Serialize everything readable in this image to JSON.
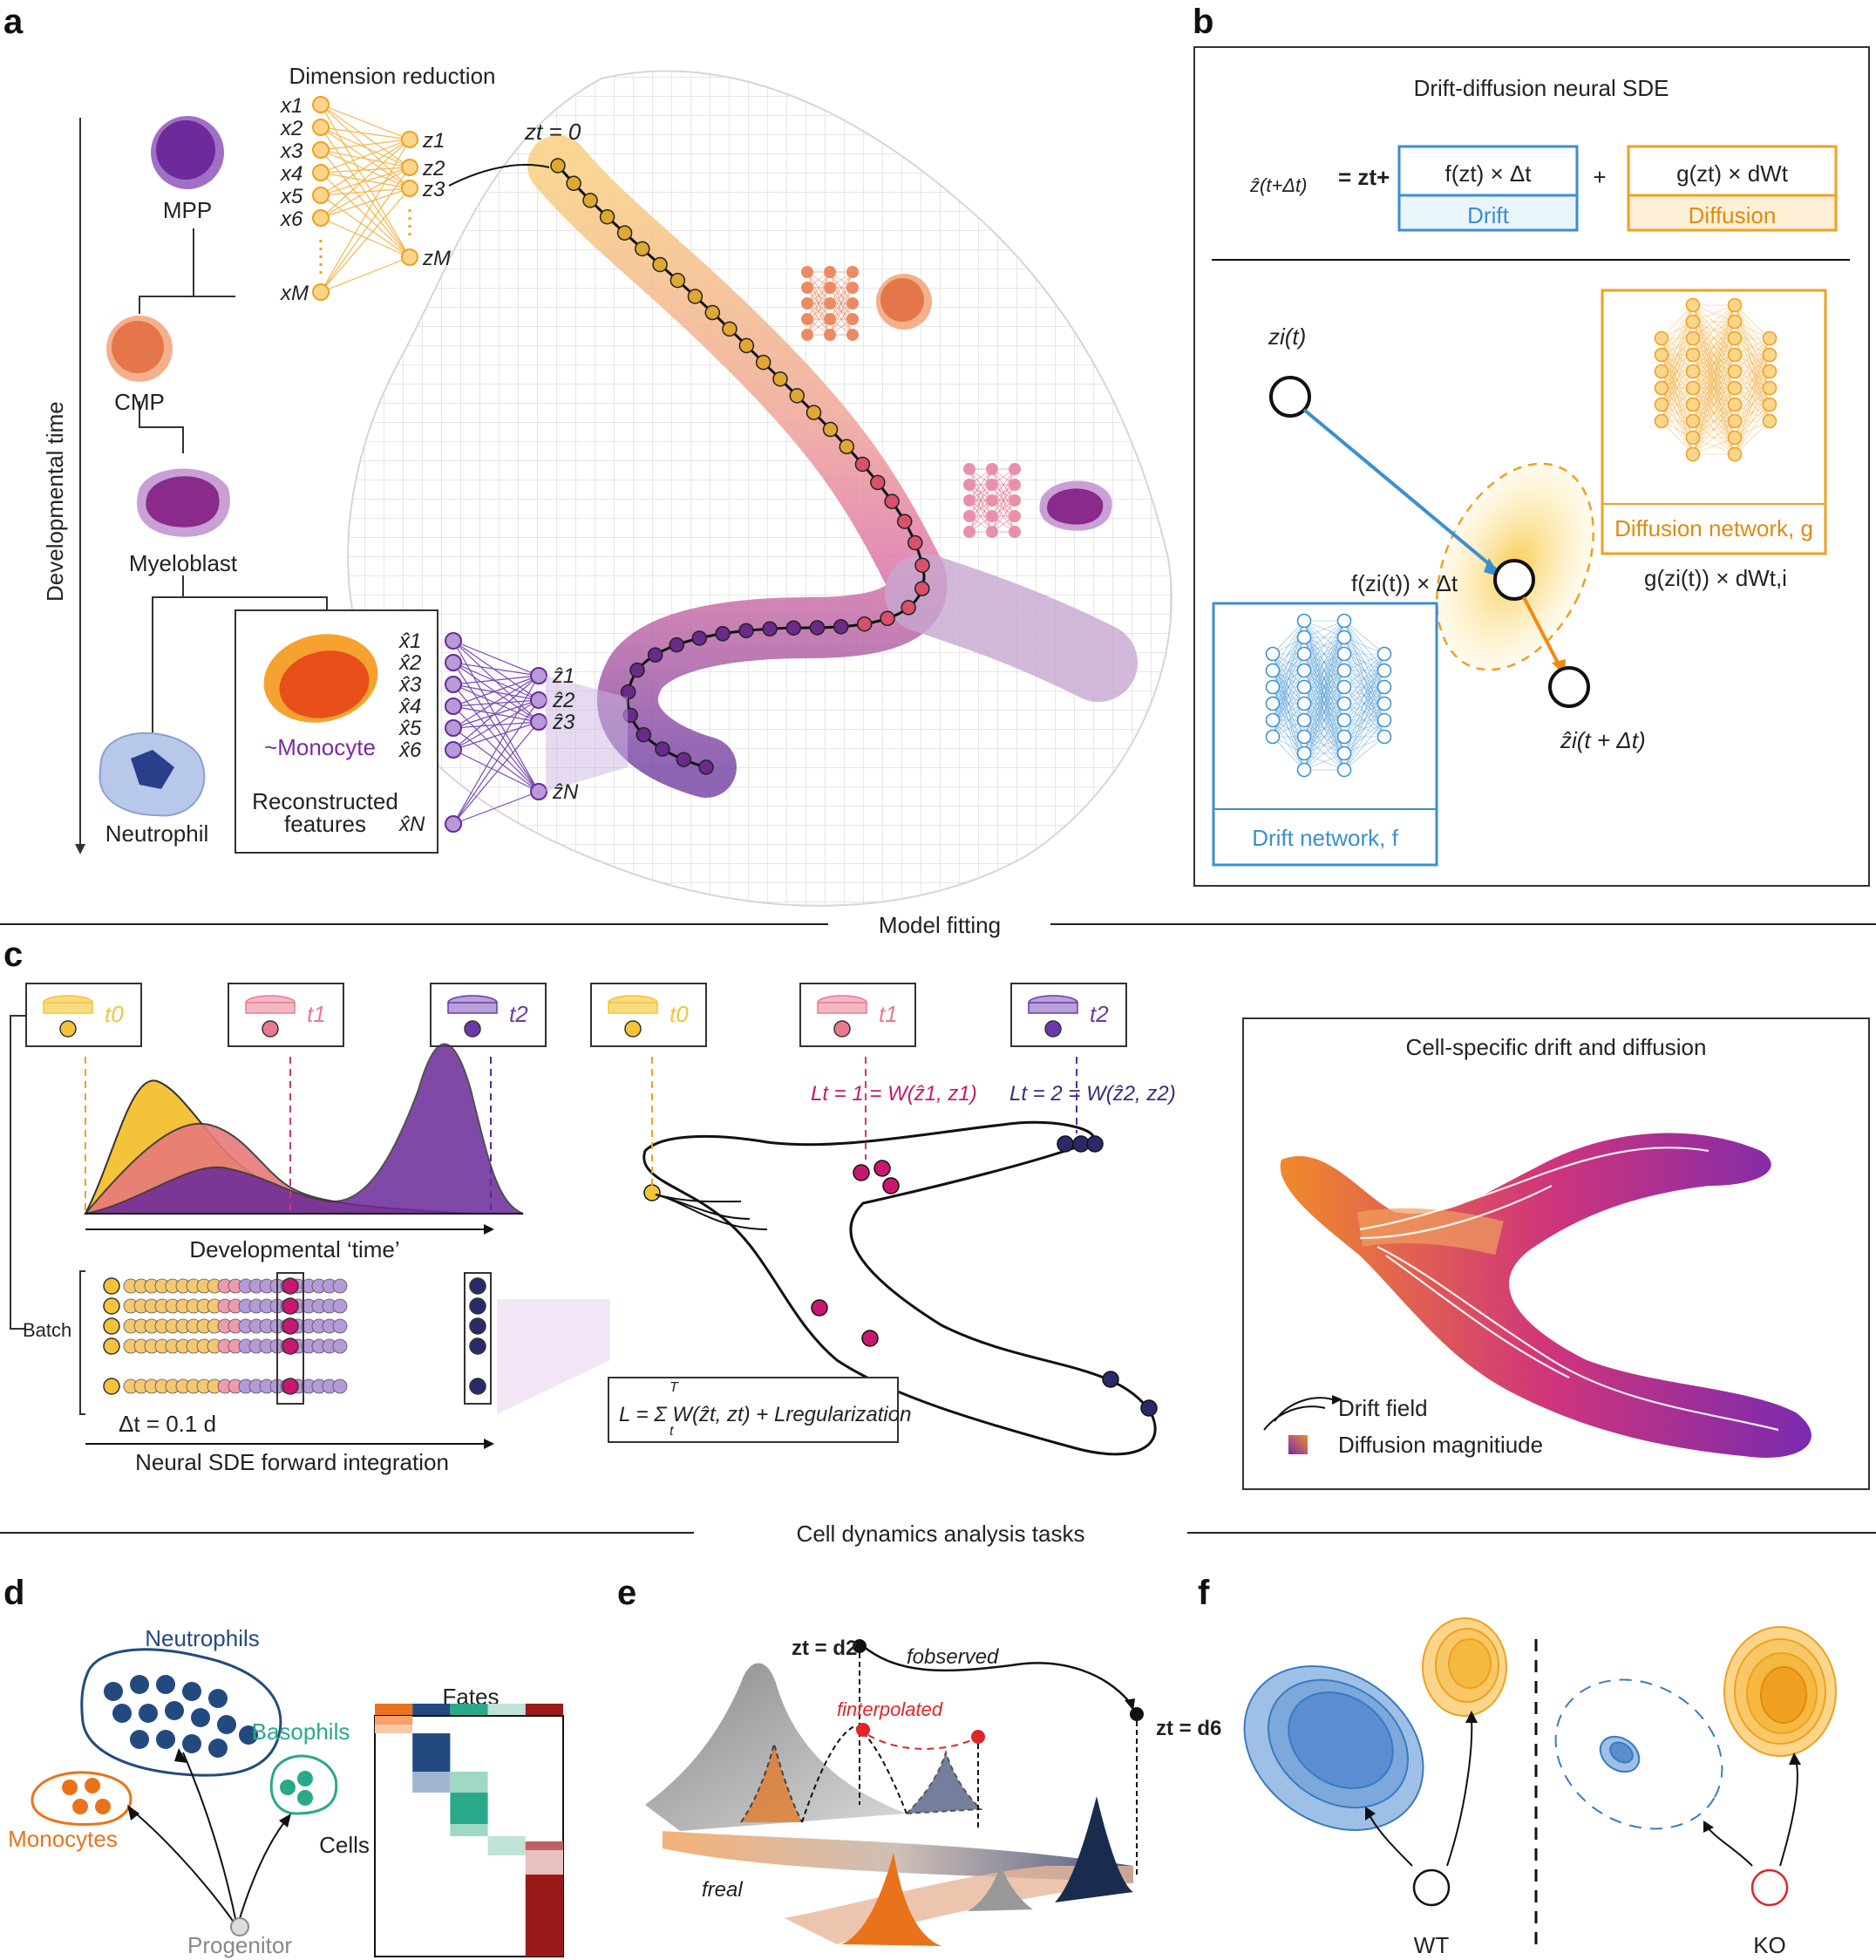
{
  "panel_letters": {
    "a": "a",
    "b": "b",
    "c": "c",
    "d": "d",
    "e": "e",
    "f": "f"
  },
  "section_headers": {
    "model_fitting": "Model fitting",
    "analysis_tasks": "Cell dynamics analysis tasks"
  },
  "panel_a": {
    "axis_label": "Developmental time",
    "cells": {
      "mpp": "MPP",
      "cmp": "CMP",
      "myeloblast": "Myeloblast",
      "neutrophil": "Neutrophil",
      "monocyte": "~Monocyte"
    },
    "dimension_reduction": "Dimension reduction",
    "inputs": [
      "x1",
      "x2",
      "x3",
      "x4",
      "x5",
      "x6",
      "xM"
    ],
    "latents": [
      "z1",
      "z2",
      "z3",
      "zM"
    ],
    "z_t0": "zt = 0",
    "recon_inputs": [
      "ẑ1",
      "ẑ2",
      "ẑ3",
      "ẑN"
    ],
    "recon_outputs": [
      "x̂1",
      "x̂2",
      "x̂3",
      "x̂4",
      "x̂5",
      "x̂6",
      "x̂N"
    ],
    "reconstructed_line1": "Reconstructed",
    "reconstructed_line2": "features"
  },
  "panel_b": {
    "title": "Drift-diffusion neural SDE",
    "lhs": "ẑ(t+Δt)",
    "equals": "= zt+",
    "drift_term": "f(zt) × Δt",
    "drift_label": "Drift",
    "plus": "+",
    "diffusion_term": "g(zt) × dWt",
    "diffusion_label": "Diffusion",
    "zi_t": "zi(t)",
    "zi_next": "ẑi(t + Δt)",
    "drift_eq": "f(zi(t)) × Δt",
    "diffusion_eq": "g(zi(t)) × dWt,i",
    "drift_network": "Drift network, f",
    "diffusion_network": "Diffusion network, g"
  },
  "panel_c": {
    "timepoints": [
      "t0",
      "t1",
      "t2"
    ],
    "x_axis": "Developmental ‘time’",
    "batch": "Batch",
    "dt": "Δt = 0.1 d",
    "integration": "Neural SDE forward integration",
    "loss_t1": "Lt = 1 = W(ẑ1, z1)",
    "loss_t2": "Lt = 2 = W(ẑ2, z2)",
    "loss_total": "L = Σ W(ẑt, zt) + Lregularization",
    "loss_sum_top": "T",
    "loss_sum_bottom": "t",
    "right_title": "Cell-specific drift and diffusion",
    "legend_drift": "Drift field",
    "legend_diffusion": "Diffusion magnitiude"
  },
  "panel_d": {
    "neutrophils": "Neutrophils",
    "basophils": "Basophils",
    "monocytes": "Monocytes",
    "progenitor": "Progenitor",
    "fates": "Fates",
    "cells": "Cells"
  },
  "panel_e": {
    "z_d2": "zt = d2",
    "z_d6": "zt = d6",
    "f_observed": "fobserved",
    "f_interpolated": "finterpolated",
    "f_real": "freal"
  },
  "panel_f": {
    "wt": "WT",
    "ko": "KO"
  },
  "colors": {
    "drift_blue": "#3a8fd0",
    "diffusion_orange": "#f0a020",
    "magenta": "#c8176f",
    "purple": "#6a2a9a",
    "navy": "#1d2b5a",
    "neutrophil_blue": "#234a80",
    "basophil_teal": "#2aa98a",
    "monocyte_orange": "#e8731a",
    "interp_red": "#e0242a"
  }
}
